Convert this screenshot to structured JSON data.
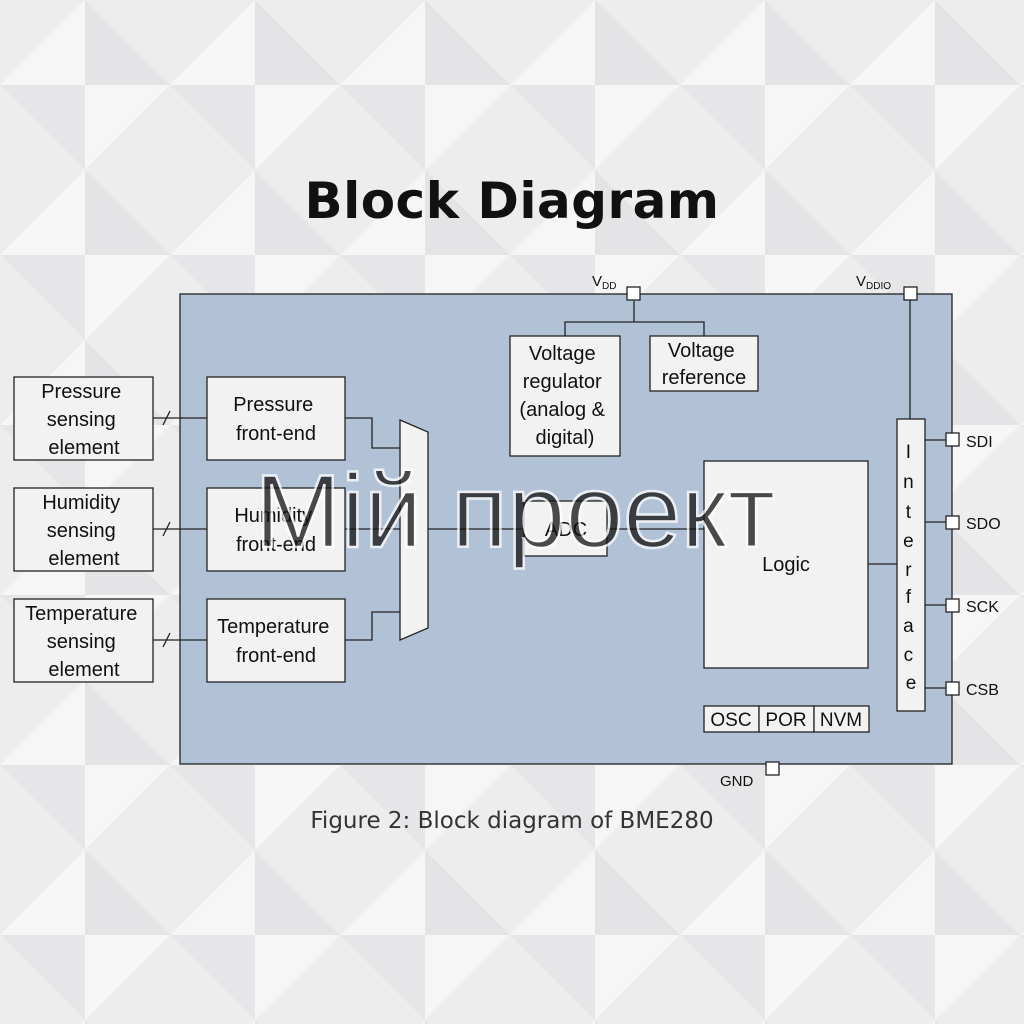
{
  "title": "Block Diagram",
  "caption": "Figure 2: Block diagram of BME280",
  "watermark": "Мій проект",
  "colors": {
    "chip_fill": "#b2c2d6",
    "block_fill": "#f2f2f2",
    "line": "#222222"
  },
  "sensors": [
    {
      "lines": [
        "Pressure",
        "sensing",
        "element"
      ]
    },
    {
      "lines": [
        "Humidity",
        "sensing",
        "element"
      ]
    },
    {
      "lines": [
        "Temperature",
        "sensing",
        "element"
      ]
    }
  ],
  "frontends": [
    {
      "lines": [
        "Pressure",
        "front-end"
      ]
    },
    {
      "lines": [
        "Humidity",
        "front-end"
      ]
    },
    {
      "lines": [
        "Temperature",
        "front-end"
      ]
    }
  ],
  "adc": "ADC",
  "logic": "Logic",
  "voltage_regulator": [
    "Voltage",
    "regulator",
    "(analog &",
    "digital)"
  ],
  "voltage_reference": [
    "Voltage",
    "reference"
  ],
  "interface_letters": [
    "I",
    "n",
    "t",
    "e",
    "r",
    "f",
    "a",
    "c",
    "e"
  ],
  "utility_blocks": [
    "OSC",
    "POR",
    "NVM"
  ],
  "pins": {
    "vdd": {
      "main": "V",
      "sub": "DD"
    },
    "vddio": {
      "main": "V",
      "sub": "DDIO"
    },
    "gnd": "GND",
    "sdi": "SDI",
    "sdo": "SDO",
    "sck": "SCK",
    "csb": "CSB"
  }
}
